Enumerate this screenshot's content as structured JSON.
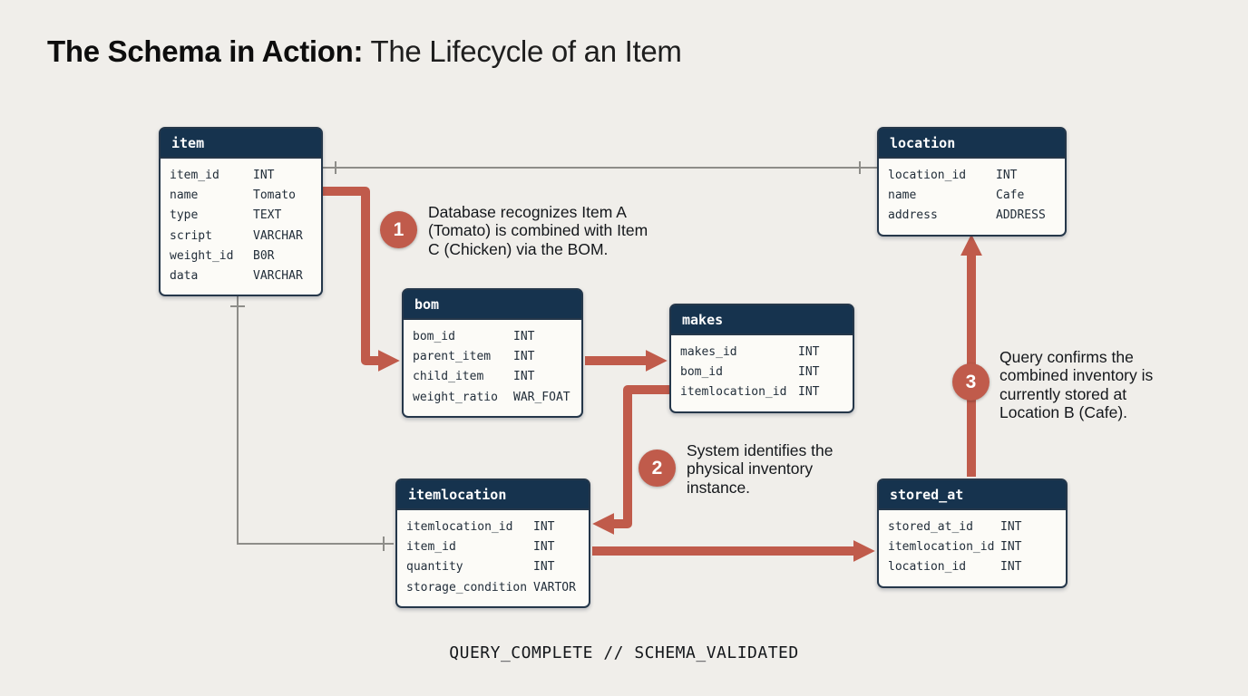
{
  "title": {
    "bold": "The Schema in Action:",
    "regular": " The Lifecycle of an Item"
  },
  "footer": "QUERY_COMPLETE // SCHEMA_VALIDATED",
  "colors": {
    "accent": "#c05b4b",
    "table_header_bg": "#16334e",
    "background": "#f0eeea",
    "connector_gray": "#8e8d89"
  },
  "tables": {
    "item": {
      "name": "item",
      "rows": [
        [
          "item_id",
          "INT"
        ],
        [
          "name",
          "Tomato"
        ],
        [
          "type",
          "TEXT"
        ],
        [
          "script",
          "VARCHAR"
        ],
        [
          "weight_id",
          "B0R"
        ],
        [
          "data",
          "VARCHAR"
        ]
      ]
    },
    "location": {
      "name": "location",
      "rows": [
        [
          "location_id",
          "INT"
        ],
        [
          "name",
          "Cafe"
        ],
        [
          "address",
          "ADDRESS"
        ]
      ]
    },
    "bom": {
      "name": "bom",
      "rows": [
        [
          "bom_id",
          "INT"
        ],
        [
          "parent_item",
          "INT"
        ],
        [
          "child_item",
          "INT"
        ],
        [
          "weight_ratio",
          "WAR_FOAT"
        ]
      ]
    },
    "makes": {
      "name": "makes",
      "rows": [
        [
          "makes_id",
          "INT"
        ],
        [
          "bom_id",
          "INT"
        ],
        [
          "itemlocation_id",
          "INT"
        ]
      ]
    },
    "itemlocation": {
      "name": "itemlocation",
      "rows": [
        [
          "itemlocation_id",
          "INT"
        ],
        [
          "item_id",
          "INT"
        ],
        [
          "quantity",
          "INT"
        ],
        [
          "storage_condition",
          "VARTOR"
        ]
      ]
    },
    "stored_at": {
      "name": "stored_at",
      "rows": [
        [
          "stored_at_id",
          "INT"
        ],
        [
          "itemlocation_id",
          "INT"
        ],
        [
          "location_id",
          "INT"
        ]
      ]
    }
  },
  "annotations": [
    {
      "number": "1",
      "text": "Database recognizes Item A (Tomato) is combined with Item C (Chicken) via the BOM."
    },
    {
      "number": "2",
      "text": "System identifies the physical inventory instance."
    },
    {
      "number": "3",
      "text": "Query confirms the combined inventory is currently stored at Location B (Cafe)."
    }
  ]
}
